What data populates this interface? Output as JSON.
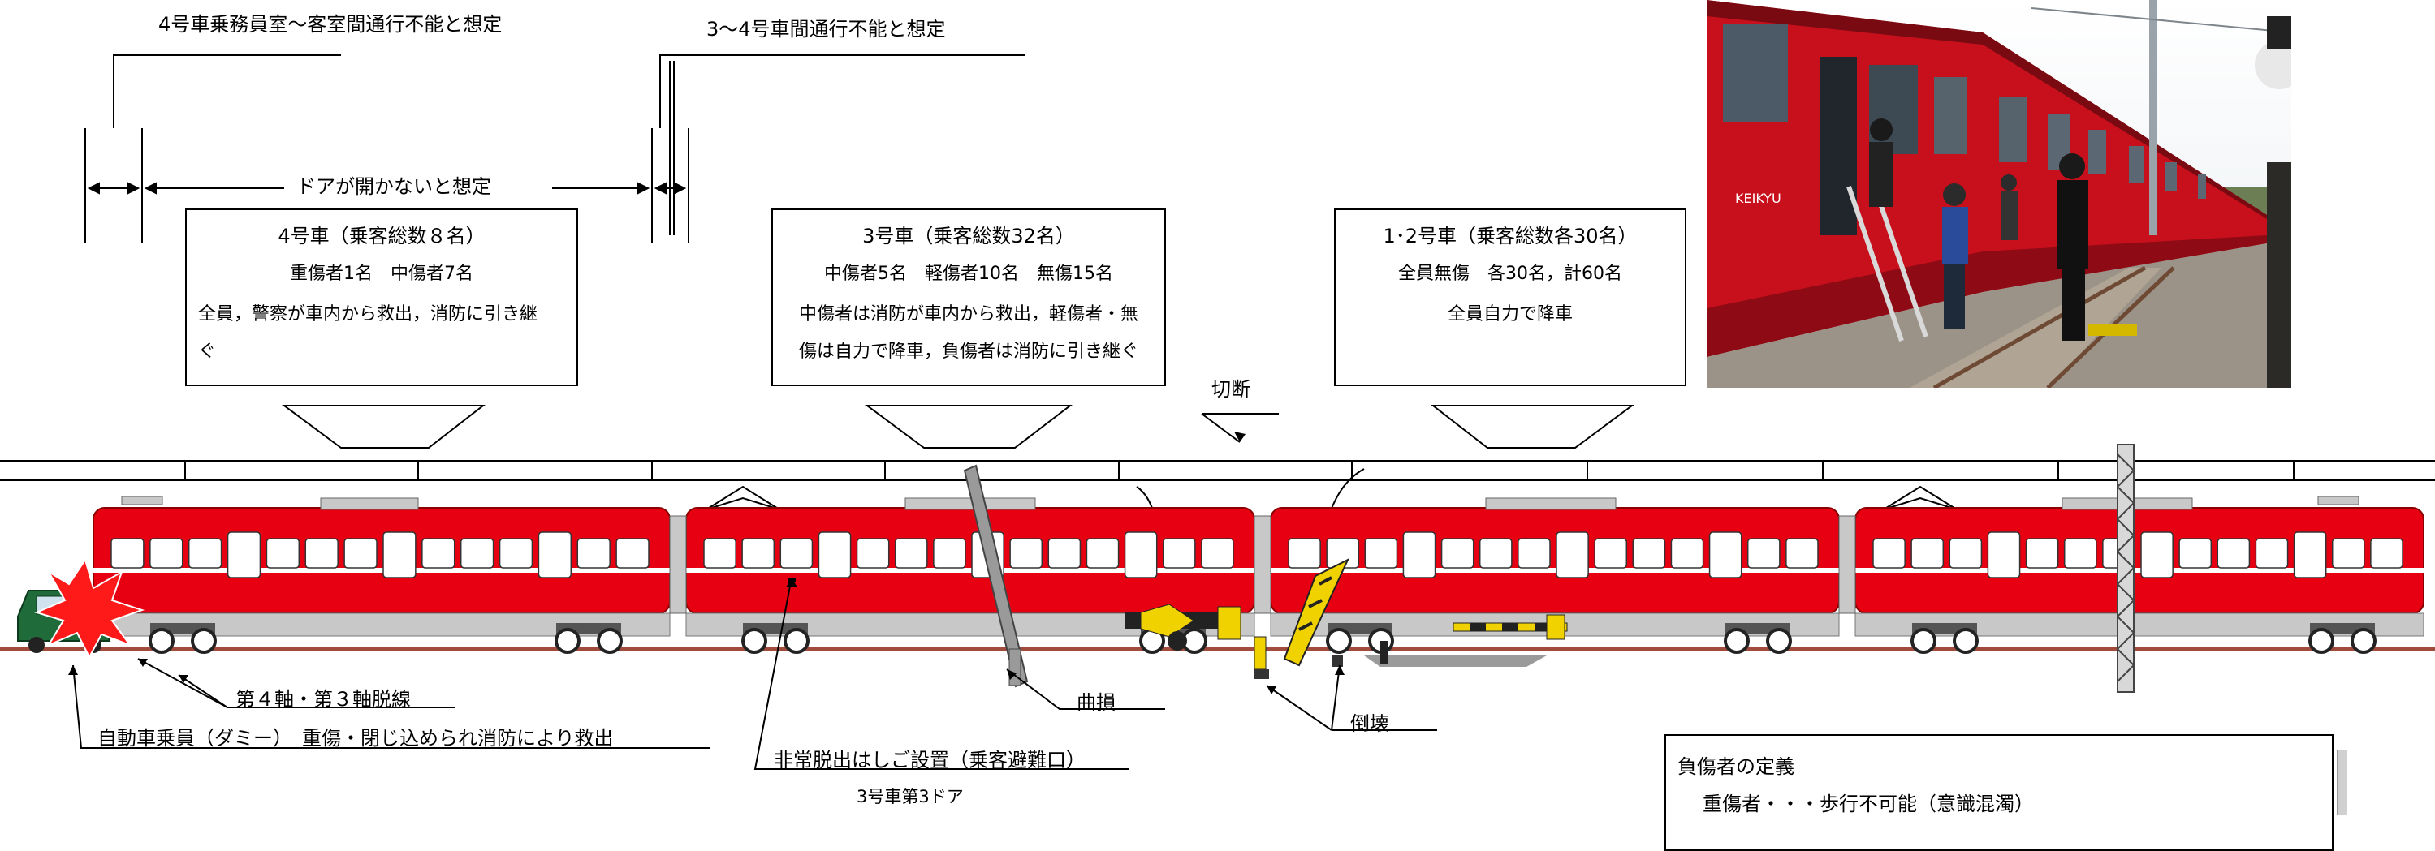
{
  "annotations": {
    "car4_crew": "4号車乗務員室～客室間通行不能と想定",
    "car34_gangway": "3～4号車間通行不能と想定",
    "doors_not_open": "ドアが開かないと想定",
    "cut": "切断",
    "axle_derail": "第４軸・第３軸脱線",
    "auto_driver": "自動車乗員（ダミー）　重傷・閉じ込められ消防により救出",
    "bent": "曲損",
    "ladder": "非常脱出はしご設置（乗客避難口）",
    "ladder_door": "3号車第3ドア",
    "collapse": "倒壊"
  },
  "car4_box": {
    "title": "4号車（乗客総数８名）",
    "line1": "重傷者1名　中傷者7名",
    "line2": "全員，警察が車内から救出，消防に引き継",
    "line3": "ぐ"
  },
  "car3_box": {
    "title": "3号車（乗客総数32名）",
    "line1": "中傷者5名　軽傷者10名　無傷15名",
    "line2": "中傷者は消防が車内から救出，軽傷者・無",
    "line3": "傷は自力で降車，負傷者は消防に引き継ぐ"
  },
  "car12_box": {
    "title": "1･2号車（乗客総数各30名）",
    "line1": "全員無傷　各30名，計60名",
    "line2": "全員自力で降車"
  },
  "definition_box": {
    "title": "負傷者の定義",
    "line1": "重傷者・・・歩行不可能（意識混濁）"
  },
  "photo": {
    "car_logo": "KEIKYU"
  },
  "colors": {
    "train_red": "#e60012",
    "train_grey": "#c8c8c8",
    "rail": "#a04b3c",
    "car_green": "#1f6b3a",
    "yellow": "#f0d200"
  }
}
